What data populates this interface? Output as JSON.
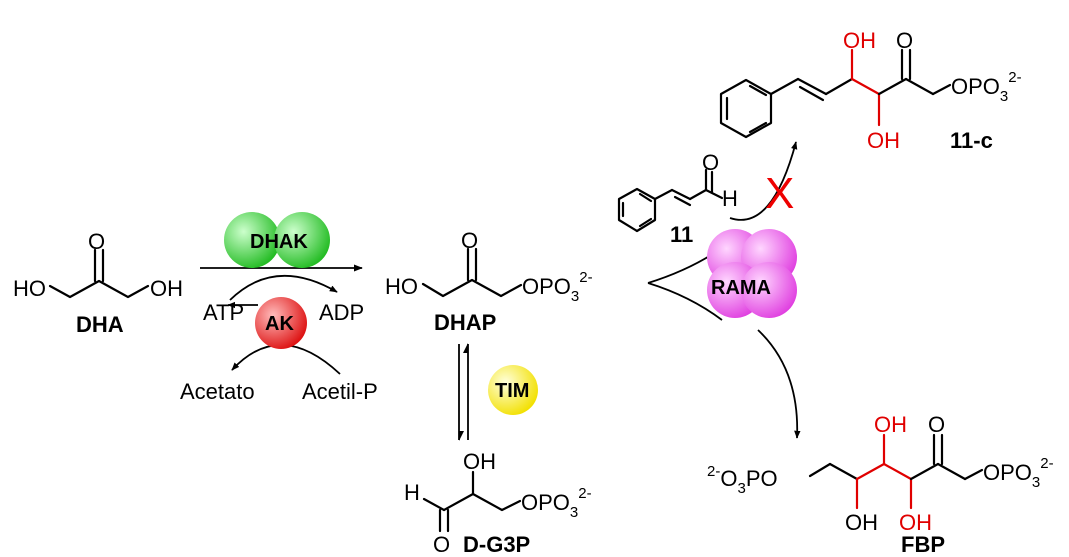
{
  "compounds": {
    "dha": {
      "name": "DHA",
      "ho": "HO",
      "oh": "OH",
      "o": "O"
    },
    "dhap": {
      "name": "DHAP",
      "ho": "HO",
      "o": "O",
      "opo3": "OPO",
      "sub3": "3",
      "charge": "2-"
    },
    "g3p": {
      "name": "D-G3P",
      "h": "H",
      "oh": "OH",
      "o": "O",
      "opo3": "OPO",
      "sub3": "3",
      "charge": "2-"
    },
    "cinnamaldehyde": {
      "name": "11",
      "o": "O",
      "h": "H"
    },
    "product_11c": {
      "name": "11-c",
      "oh_top": "OH",
      "oh_bottom": "OH",
      "o": "O",
      "opo3": "OPO",
      "sub3": "3",
      "charge": "2-"
    },
    "fbp": {
      "name": "FBP",
      "charge_left": "2-",
      "o3po_o": "O",
      "o3po_sub": "3",
      "o3po_po": "PO",
      "oh_top": "OH",
      "oh_bottom_left": "OH",
      "oh_bottom_right": "OH",
      "o": "O",
      "opo3": "OPO",
      "sub3": "3",
      "charge": "2-"
    }
  },
  "cofactors": {
    "atp": "ATP",
    "adp": "ADP",
    "acetato": "Acetato",
    "acetil_p": "Acetil-P"
  },
  "enzymes": {
    "dhak": "DHAK",
    "ak": "AK",
    "tim": "TIM",
    "rama": "RAMA"
  },
  "colors": {
    "dhak": "#33dd33",
    "ak": "#ee2222",
    "tim": "#ffee22",
    "rama": "#ee55ee",
    "stereo_bonds": "#e00000",
    "blocked_mark": "#ee0000"
  },
  "marks": {
    "blocked": "X"
  }
}
